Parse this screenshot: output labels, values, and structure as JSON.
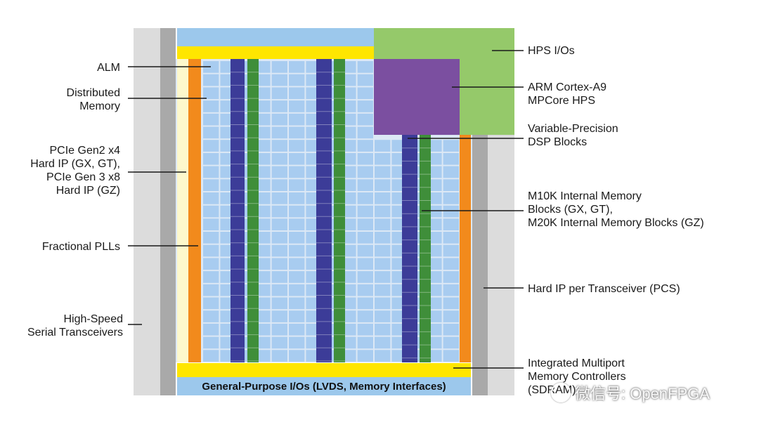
{
  "colors": {
    "transceiver_outer": "#dcdcdc",
    "transceiver_inner": "#a9a9a9",
    "hard_ip": "#fdf8cc",
    "fractional_pll": "#f28a1c",
    "gpio_band": "#ffe600",
    "fabric_bg": "#dce8f5",
    "alm_cell": "#a8ccf0",
    "alm_border": "#e6eef8",
    "m10k_column": "#3c3c98",
    "dsp_column": "#3f8e3a",
    "top_io": "#9cc8ec",
    "hps_io": "#95c96a",
    "arm_hps": "#7b4fa0",
    "bottom_gpio": "#9cc8ec"
  },
  "labels": {
    "alm": "ALM",
    "distributed_memory": "Distributed\nMemory",
    "pcie": "PCIe Gen2 x4\nHard IP (GX, GT),\nPCIe Gen 3 x8\nHard IP (GZ)",
    "fractional_plls": "Fractional PLLs",
    "hs_transceivers": "High-Speed\nSerial Transceivers",
    "hps_ios": "HPS I/Os",
    "arm": "ARM Cortex-A9\nMPCore HPS",
    "dsp": "Variable-Precision\nDSP Blocks",
    "m10k": "M10K Internal Memory\nBlocks (GX, GT),\nM20K Internal Memory Blocks (GZ)",
    "hard_ip_pcs": "Hard IP per Transceiver (PCS)",
    "multiport": "Integrated Multiport\nMemory Controllers\n(SDRAM)"
  },
  "gpio_label": "General-Purpose I/Os (LVDS, Memory Interfaces)",
  "watermark": "微信号: OpenFPGA",
  "watermark_icon": "wechat-icon"
}
